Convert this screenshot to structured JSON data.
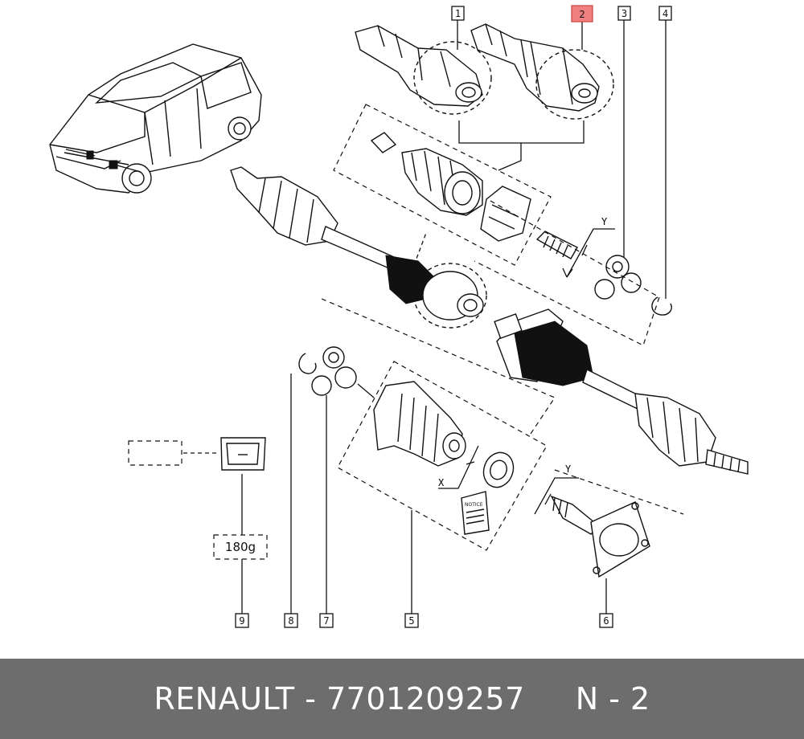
{
  "callouts": [
    {
      "id": "1",
      "highlighted": false
    },
    {
      "id": "2",
      "highlighted": true
    },
    {
      "id": "3",
      "highlighted": false
    },
    {
      "id": "4",
      "highlighted": false
    },
    {
      "id": "5",
      "highlighted": false
    },
    {
      "id": "6",
      "highlighted": false
    },
    {
      "id": "7",
      "highlighted": false
    },
    {
      "id": "8",
      "highlighted": false
    },
    {
      "id": "9",
      "highlighted": false
    }
  ],
  "dimension_labels": {
    "y_upper": "Y",
    "y_lower": "Y",
    "x": "X"
  },
  "grease_label": "180g",
  "notice_label": "NOTICE",
  "footer": {
    "brand": "RENAULT",
    "separator": " - ",
    "part_number": "7701209257",
    "position": "N - 2"
  },
  "colors": {
    "highlight": "#f08080",
    "footer_bg": "#6d6d6d",
    "footer_text": "#ffffff"
  }
}
